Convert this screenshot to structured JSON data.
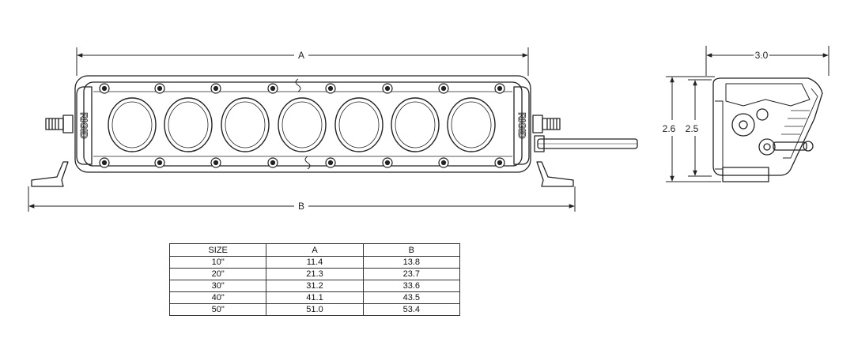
{
  "dimensions": {
    "front_length": "A",
    "overall_length": "B",
    "side_depth": "3.0",
    "side_height_outer": "2.6",
    "side_height_inner": "2.5"
  },
  "brand_mark": "RIGID",
  "table": {
    "headers": [
      "SIZE",
      "A",
      "B"
    ],
    "rows": [
      [
        "10\"",
        "11.4",
        "13.8"
      ],
      [
        "20\"",
        "21.3",
        "23.7"
      ],
      [
        "30\"",
        "31.2",
        "33.6"
      ],
      [
        "40\"",
        "41.1",
        "43.5"
      ],
      [
        "50\"",
        "51.0",
        "53.4"
      ]
    ]
  },
  "colors": {
    "line": "#222222",
    "background": "#ffffff"
  }
}
